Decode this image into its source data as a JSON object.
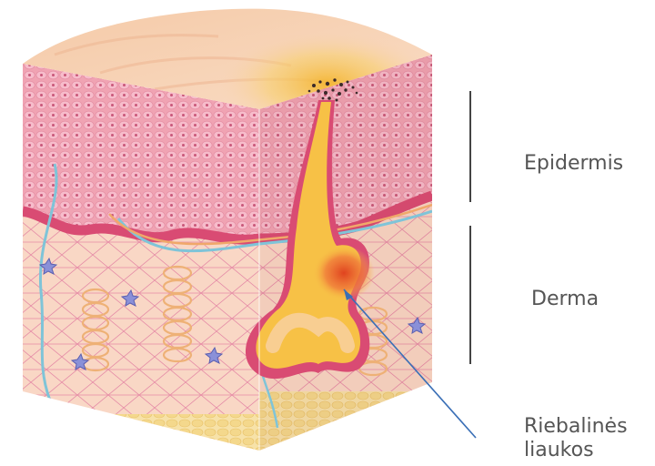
{
  "labels": {
    "epidermis": "Epidermis",
    "derma": "Derma",
    "sebaceous_line1": "Riebalinės",
    "sebaceous_line2": "liaukos"
  },
  "colors": {
    "top_face": "#f7d2b4",
    "epidermis": "#f0a3b3",
    "cell_fill": "#f7bccb",
    "cell_nucleus": "#b83a5f",
    "basal_layer": "#d94b73",
    "dermis": "#f9d7c5",
    "fat": "#f4dc9d",
    "follicle": "#f7c146",
    "inflammation": "#e6502a",
    "fiber": "#d9608a",
    "vessel_blue": "#7fc4d8",
    "nerve_orange": "#f0a86a",
    "scale_line": "#444444",
    "pointer_line": "#3a6fb6"
  },
  "icons": {
    "pore_debris": "dark-dots-cluster",
    "fibroblast": "blue-star-cell"
  }
}
